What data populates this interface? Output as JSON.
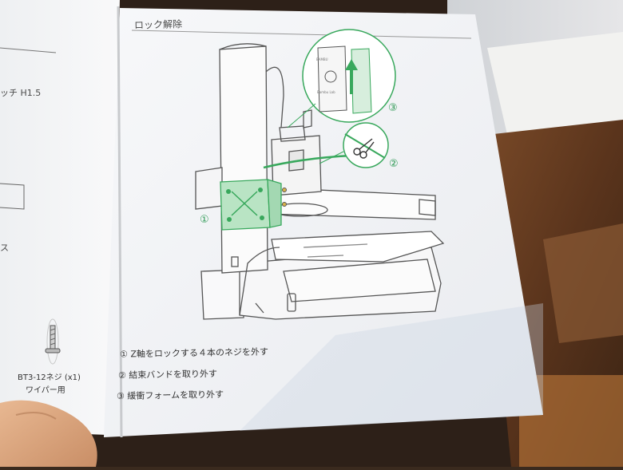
{
  "page": {
    "title": "ロック解除",
    "left_page": {
      "h15_text": "ッチ H1.5",
      "su_text": "ス",
      "screw": {
        "name": "BT3-12ネジ (x1)",
        "use": "ワイパー用"
      }
    }
  },
  "diagram": {
    "callouts": [
      {
        "number": "①"
      },
      {
        "number": "②"
      },
      {
        "number": "③"
      }
    ],
    "plate_labels": [
      "BAMBU",
      "Bambu Lab"
    ]
  },
  "steps": [
    "① Z軸をロックする４本のネジを外す",
    "② 結束バンドを取り外す",
    "③ 緩衝フォームを取り外す"
  ],
  "colors": {
    "accent_green": "#38a85c",
    "highlight_green": "#b9e4c4",
    "paper": "#f4f5f7",
    "wood": "#6b3f22"
  },
  "icons": [
    "scissors-icon",
    "arrow-up-icon"
  ]
}
